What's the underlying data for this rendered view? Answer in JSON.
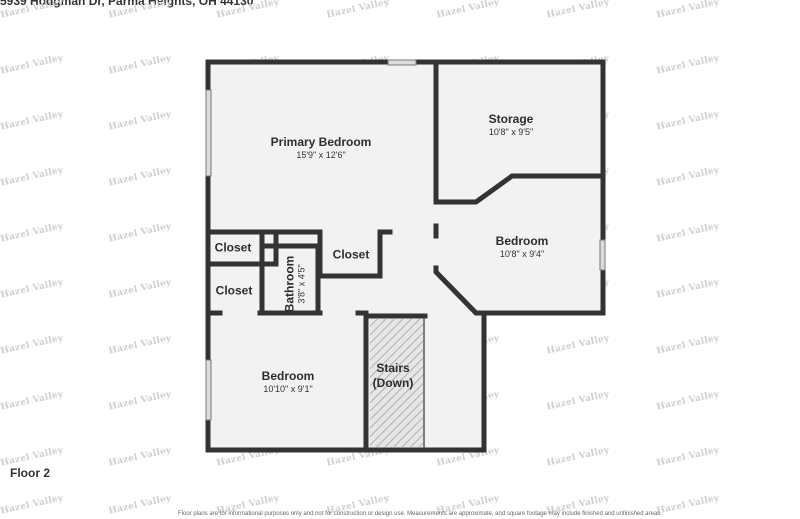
{
  "header": {
    "address": "5939 Hodgman Dr, Parma Heights, OH 44130"
  },
  "floor_label": "Floor 2",
  "disclaimer": "Floor plans are for informational purposes only and not for construction or design use. Measurements are approximate, and square footage may include finished and unfinished areas.",
  "watermark": "Hazel Valley",
  "rooms": {
    "primary_bedroom": {
      "name": "Primary Bedroom",
      "dims": "15'9\" x 12'6\""
    },
    "storage": {
      "name": "Storage",
      "dims": "10'8\" x 9'5\""
    },
    "bedroom_right": {
      "name": "Bedroom",
      "dims": "10'8\" x 9'4\""
    },
    "closet_left_top": {
      "name": "Closet"
    },
    "closet_left_bottom": {
      "name": "Closet"
    },
    "closet_center": {
      "name": "Closet"
    },
    "bathroom": {
      "name": "Bathroom",
      "dims": "3'8\" x 4'5\""
    },
    "bedroom_left": {
      "name": "Bedroom",
      "dims": "10'10\" x 9'1\""
    },
    "stairs": {
      "name_line1": "Stairs",
      "name_line2": "(Down)"
    }
  },
  "colors": {
    "wall": "#333333",
    "floor": "#f2f2f2",
    "hatch": "#9a9a9a",
    "window": "#dcdcdc"
  }
}
